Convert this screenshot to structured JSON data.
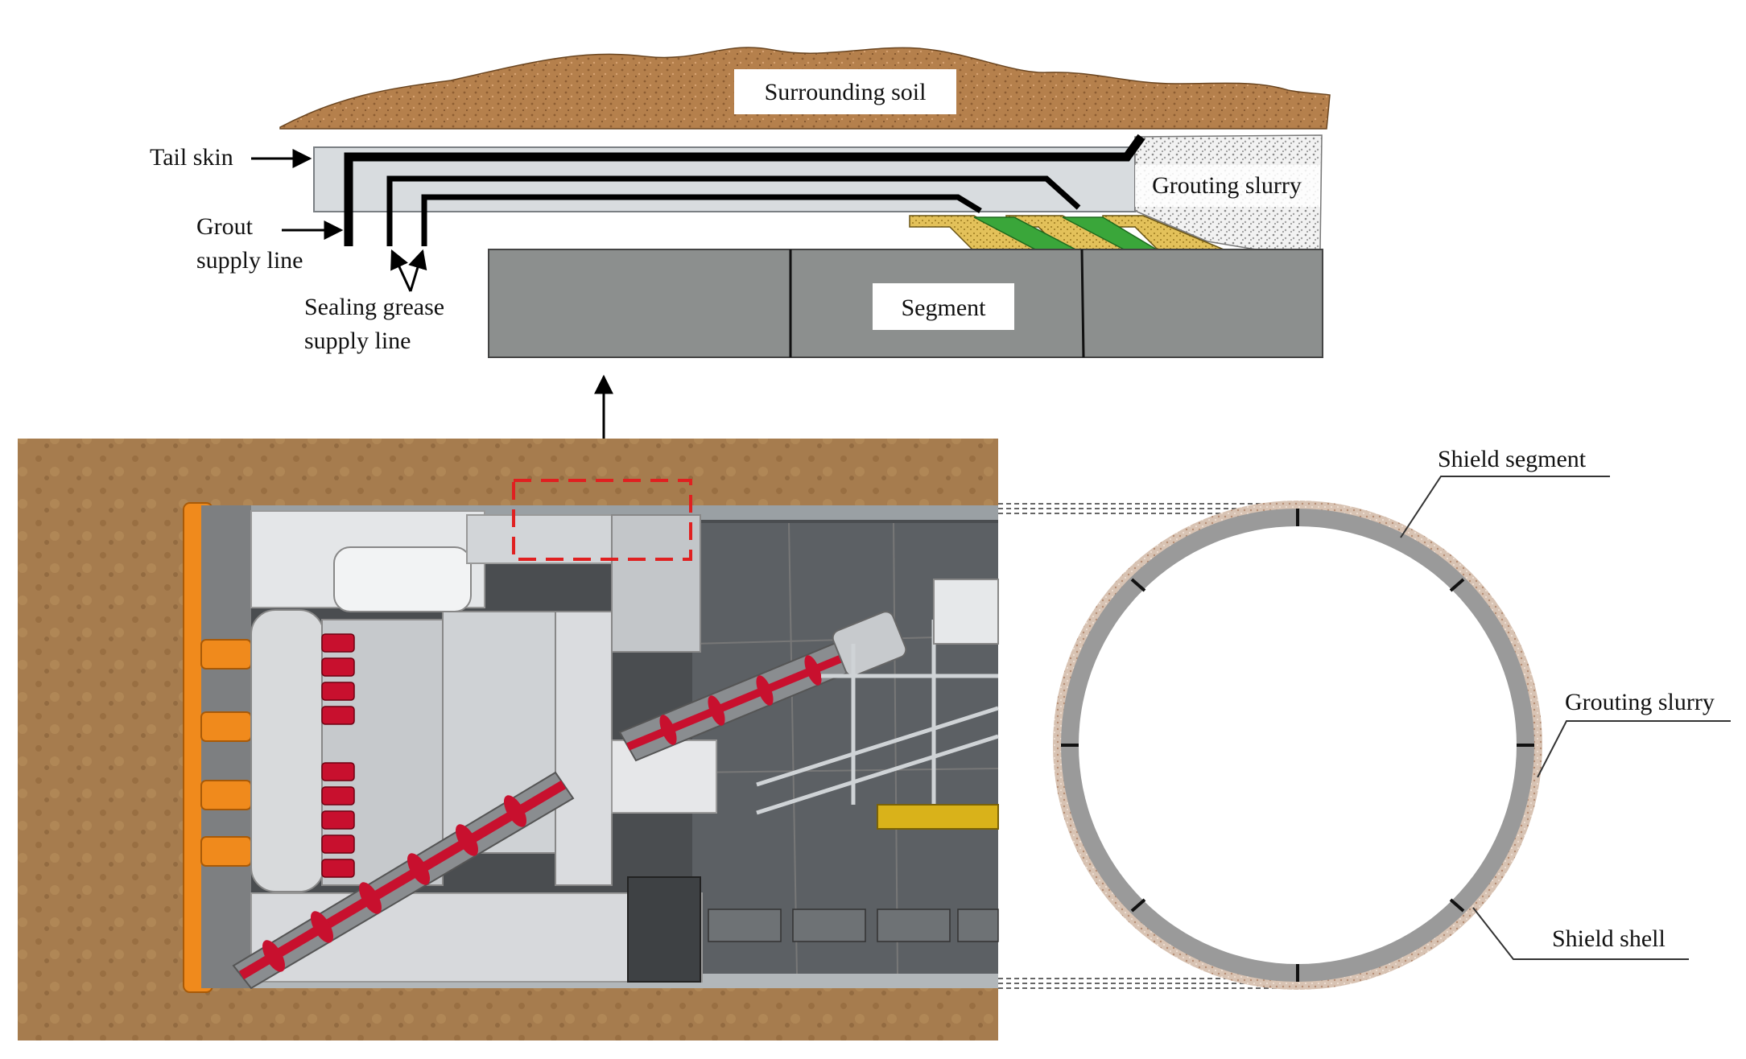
{
  "labels": {
    "surrounding_soil": "Surrounding soil",
    "tail_skin": "Tail skin",
    "grout_supply_line_1": "Grout",
    "grout_supply_line_2": "supply line",
    "grouting_slurry_top": "Grouting slurry",
    "sealing_grease_1": "Sealing grease",
    "sealing_grease_2": "supply line",
    "segment": "Segment",
    "shield_segment": "Shield segment",
    "grouting_slurry_ring": "Grouting slurry",
    "shield_shell": "Shield shell"
  },
  "colors": {
    "soil": "#b5804c",
    "tail_skin": "#d8dcdf",
    "segment": "#8c8f8e",
    "grease_green": "#3aa63a",
    "grease_yellow": "#e3c15a",
    "highlight_box": "#e02020",
    "cutterhead": "#f08a1c",
    "screw": "#c8102e"
  }
}
